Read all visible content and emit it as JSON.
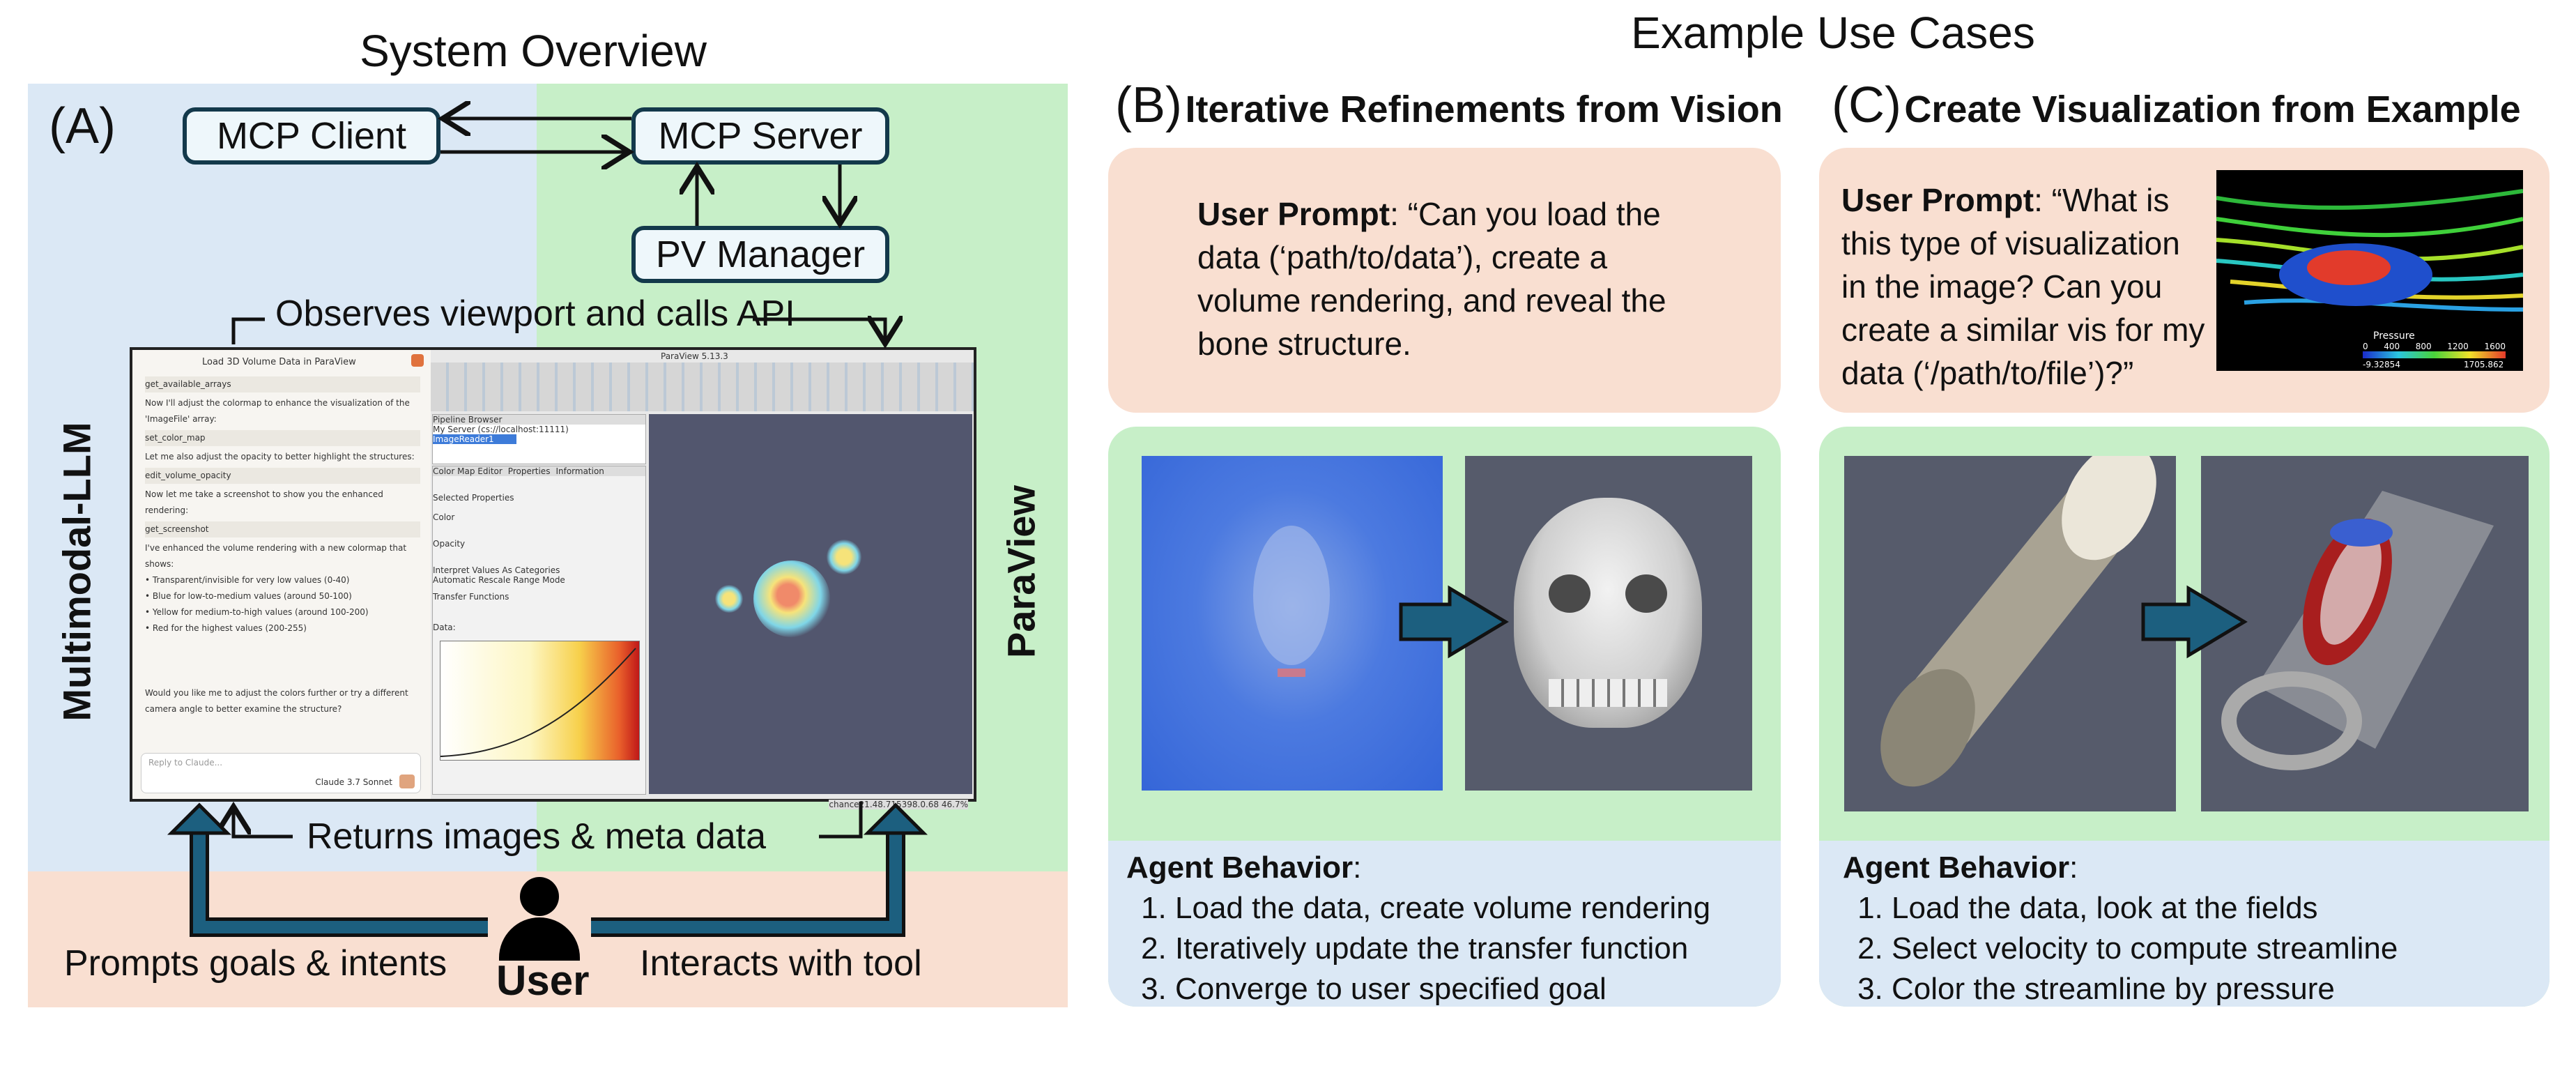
{
  "left": {
    "title": "System Overview",
    "label": "(A)",
    "mcp_client": "MCP Client",
    "mcp_server": "MCP Server",
    "pv_manager": "PV Manager",
    "observes": "Observes viewport and calls API",
    "returns": "Returns images & meta data",
    "prompts": "Prompts goals & intents",
    "interacts": "Interacts with tool",
    "user": "User",
    "left_side": "Multimodal-LLM",
    "right_side": "ParaView",
    "chat": {
      "window_title": "Load 3D Volume Data in ParaView",
      "lines": [
        "get_available_arrays",
        "Now I'll adjust the colormap to enhance the visualization of the 'ImageFile' array:",
        "set_color_map",
        "Let me also adjust the opacity to better highlight the structures:",
        "edit_volume_opacity",
        "Now let me take a screenshot to show you the enhanced rendering:",
        "get_screenshot",
        "I've enhanced the volume rendering with a new colormap that shows:",
        "• Transparent/invisible for very low values (0-40)",
        "• Blue for low-to-medium values (around 50-100)",
        "• Yellow for medium-to-high values (around 100-200)",
        "• Red for the highest values (200-255)",
        "Would you like me to adjust the colors further or try a different camera angle to better examine the structure?"
      ],
      "reply_placeholder": "Reply to Claude...",
      "model": "Claude 3.7 Sonnet"
    },
    "paraview": {
      "window_title": "ParaView 5.13.3",
      "pipeline": "Pipeline Browser",
      "server": "My Server (cs://localhost:11111)",
      "reader": "ImageReader1",
      "tabs": [
        "Color Map Editor",
        "Properties",
        "Information"
      ],
      "selected": "Selected Properties",
      "props": [
        "Color",
        "Opacity",
        "Interpret Values As Categories",
        "Automatic Rescale Range Mode",
        "Transfer Functions",
        "Data:"
      ],
      "status": "chance21.48.715398.0.68 46.7%"
    }
  },
  "right": {
    "title": "Example Use Cases",
    "b_label": "(B)",
    "b_title": "Iterative Refinements from Vision",
    "c_label": "(C)",
    "c_title": "Create Visualization from Example",
    "b_prompt_head": "User Prompt",
    "b_prompt_body": ": “Can you load the data (‘path/to/data’), create a volume rendering, and reveal the bone structure.",
    "c_prompt_head": "User Prompt",
    "c_prompt_body": ": “What is this type of visualization in the image? Can you create a similar vis for my data (‘/path/to/file’)?”",
    "agent_head": "Agent Behavior",
    "b_steps": [
      "Load the data, create volume rendering",
      "Iteratively update the transfer function",
      "Converge to user specified goal"
    ],
    "c_steps": [
      "Load the data, look at the fields",
      "Select velocity to compute streamline",
      "Color the streamline by pressure"
    ],
    "car_legend": {
      "title": "Pressure",
      "ticks": [
        "0",
        "400",
        "800",
        "1200",
        "1600"
      ],
      "min": "-9.32854",
      "max": "1705.862"
    }
  },
  "colors": {
    "blue_bg": "#dbe8f5",
    "green_bg": "#c7efc8",
    "peach_bg": "#f9dfd1",
    "arrow": "#1c5f7f"
  }
}
